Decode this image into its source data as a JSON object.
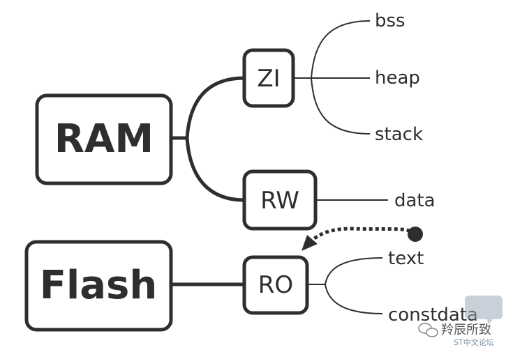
{
  "root_nodes": {
    "ram": "RAM",
    "flash": "Flash"
  },
  "segments": {
    "zi": "ZI",
    "rw": "RW",
    "ro": "RO"
  },
  "leaves": {
    "bss": "bss",
    "heap": "heap",
    "stack": "stack",
    "data": "data",
    "text": "text",
    "constdata": "constdata"
  },
  "watermark": {
    "title": "羚辰所致",
    "subtitle": "ST中文论坛"
  },
  "colors": {
    "line": "#2e2e2e",
    "background": "#ffffff",
    "watermark_icon": "#9aaabb"
  }
}
